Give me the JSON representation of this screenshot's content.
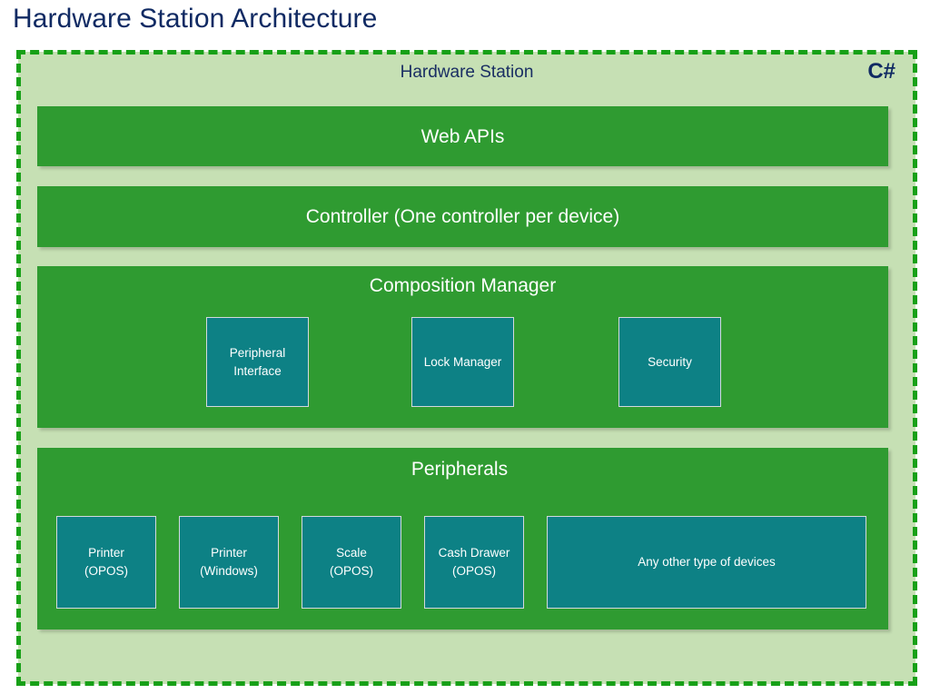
{
  "page": {
    "title": "Hardware Station Architecture"
  },
  "boundary": {
    "container_label": "Hardware Station",
    "language_label": "C#",
    "border_color": "#17A017",
    "fill_color": "#C6E0B4"
  },
  "colors": {
    "title_navy": "#102A63",
    "layer_green": "#2F9B31",
    "component_teal": "#0D8185",
    "panel_light_green": "#C6E0B4",
    "dashed_border_green": "#17A017",
    "text_white": "#FFFFFF"
  },
  "layers": [
    {
      "id": "web-apis",
      "title": "Web APIs",
      "components": []
    },
    {
      "id": "controller",
      "title": "Controller (One controller per device)",
      "components": []
    },
    {
      "id": "composition-manager",
      "title": "Composition Manager",
      "components": [
        {
          "id": "peripheral-interface",
          "line1": "Peripheral",
          "line2": "Interface"
        },
        {
          "id": "lock-manager",
          "line1": "Lock Manager",
          "line2": ""
        },
        {
          "id": "security",
          "line1": "Security",
          "line2": ""
        }
      ]
    },
    {
      "id": "peripherals",
      "title": "Peripherals",
      "components": [
        {
          "id": "printer-opos",
          "line1": "Printer",
          "line2": "(OPOS)"
        },
        {
          "id": "printer-windows",
          "line1": "Printer",
          "line2": "(Windows)"
        },
        {
          "id": "scale-opos",
          "line1": "Scale",
          "line2": "(OPOS)"
        },
        {
          "id": "cash-drawer",
          "line1": "Cash Drawer",
          "line2": "(OPOS)"
        },
        {
          "id": "any-other",
          "line1": "Any other type of devices",
          "line2": ""
        }
      ]
    }
  ]
}
